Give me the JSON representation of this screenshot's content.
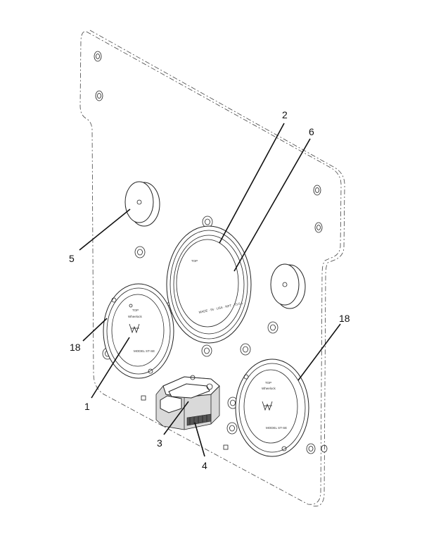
{
  "callouts": {
    "c1": "1",
    "c2": "2",
    "c3": "3",
    "c4": "4",
    "c5": "5",
    "c6": "6",
    "c18a": "18",
    "c18b": "18"
  },
  "icons": [
    "plate-outline",
    "mounting-hole",
    "cover-plug",
    "speaker-grille",
    "window-ring",
    "connector-housing"
  ]
}
